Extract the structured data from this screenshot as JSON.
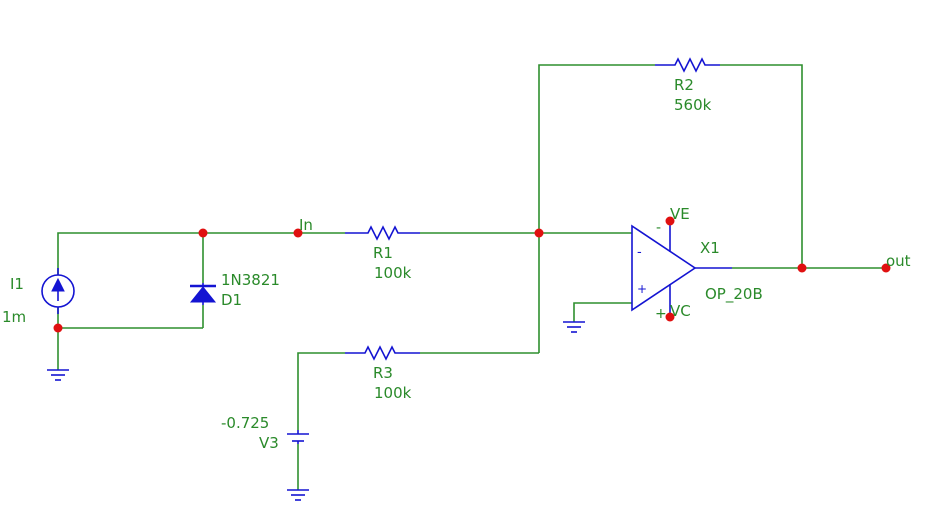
{
  "circuit": {
    "I1": {
      "name": "I1",
      "value": "1m"
    },
    "D1": {
      "name": "D1",
      "model": "1N3821"
    },
    "R1": {
      "name": "R1",
      "value": "100k"
    },
    "R2": {
      "name": "R2",
      "value": "560k"
    },
    "R3": {
      "name": "R3",
      "value": "100k"
    },
    "V3": {
      "name": "V3",
      "value": "-0.725"
    },
    "X1": {
      "name": "X1",
      "model": "OP_20B",
      "pin_minus": "-",
      "pin_plus": "+",
      "supply_top": "VE",
      "supply_bottom": "VC",
      "supply_top_sign": "-",
      "supply_bottom_sign": "+"
    },
    "nets": {
      "input": "In",
      "output": "out"
    }
  },
  "colors": {
    "wire": "#2f8f2f",
    "component": "#1414d2",
    "node": "#e01010",
    "label": "#2a8a2a"
  }
}
